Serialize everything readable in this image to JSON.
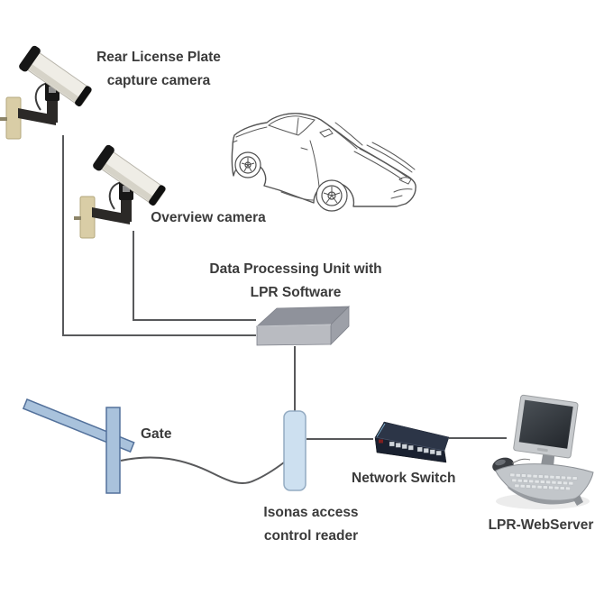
{
  "diagram": {
    "background": "#ffffff",
    "connector_color": "#58595b",
    "colors": {
      "gate_fill": "#a9c2dc",
      "gate_stroke": "#53719b",
      "reader_fill": "#cde0f0",
      "switch_body": "#1f2736",
      "dpu_top": "#8f929b",
      "dpu_front": "#b9bbc1",
      "camera_body": "#efede6",
      "camera_mount_plate": "#d9cda6"
    },
    "nodes": [
      {
        "id": "rear-capture-camera",
        "type": "cctv-camera",
        "label_lines": [
          "Rear License Plate",
          "capture camera"
        ]
      },
      {
        "id": "overview-camera",
        "type": "cctv-camera",
        "label_lines": [
          "Overview camera"
        ]
      },
      {
        "id": "vehicle",
        "type": "car-line-drawing",
        "label_lines": []
      },
      {
        "id": "data-processing-unit",
        "type": "processing-box",
        "label_lines": [
          "Data Processing Unit with",
          "LPR Software"
        ]
      },
      {
        "id": "gate",
        "type": "barrier-gate",
        "label_lines": [
          "Gate"
        ]
      },
      {
        "id": "isonas-reader",
        "type": "access-control-reader",
        "label_lines": [
          "Isonas access",
          "control reader"
        ]
      },
      {
        "id": "network-switch",
        "type": "ethernet-switch",
        "label_lines": [
          "Network Switch"
        ]
      },
      {
        "id": "lpr-webserver",
        "type": "desktop-computer",
        "label_lines": [
          "LPR-WebServer"
        ]
      }
    ],
    "connections": [
      {
        "from": "rear-capture-camera",
        "to": "data-processing-unit",
        "style": "elbow"
      },
      {
        "from": "overview-camera",
        "to": "data-processing-unit",
        "style": "elbow"
      },
      {
        "from": "data-processing-unit",
        "to": "isonas-reader",
        "style": "straight"
      },
      {
        "from": "gate",
        "to": "isonas-reader",
        "style": "curved-cable"
      },
      {
        "from": "isonas-reader",
        "to": "network-switch",
        "style": "straight"
      },
      {
        "from": "network-switch",
        "to": "lpr-webserver",
        "style": "straight"
      }
    ]
  }
}
